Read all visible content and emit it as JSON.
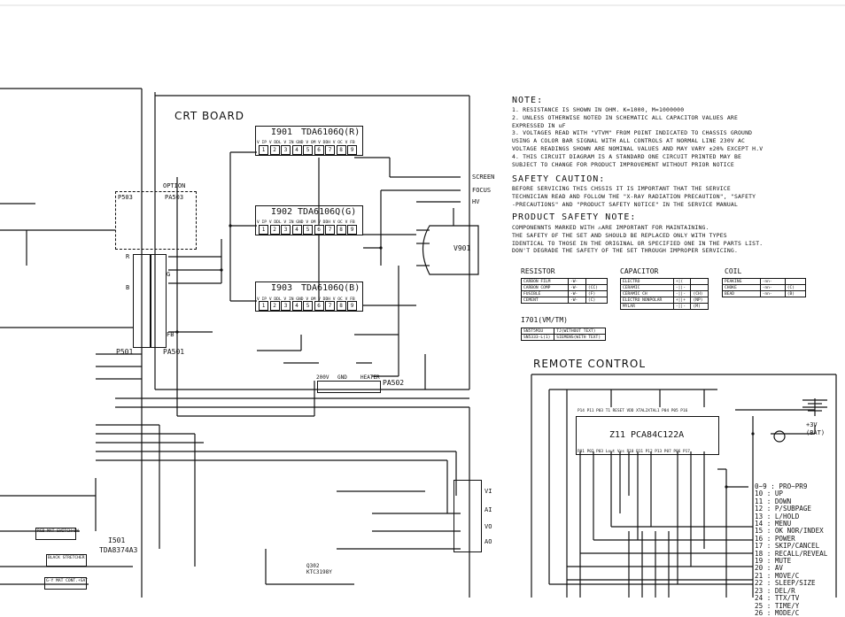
{
  "crt_board": {
    "title": "CRT BOARD",
    "option_label": "OPTION",
    "connectors": {
      "p503": "P503",
      "pa503": "PA503",
      "p501": "P501",
      "pa501": "PA501",
      "pa502": "PA502"
    },
    "rgb_labels": [
      "R",
      "G",
      "B",
      "FB"
    ],
    "amps": [
      {
        "ref": "I901",
        "part": "TDA6106Q(R)",
        "pins": "V IP  V DDL V IN  GND V OM V DDH V OC V FB"
      },
      {
        "ref": "I902",
        "part": "TDA6106Q(G)",
        "pins": "V IP  V DDL V IN  GND V OM V DDH V OC V FB"
      },
      {
        "ref": "I903",
        "part": "TDA6106Q(B)",
        "pins": "V IP  V DDL V IN  GND V OM V DDH V OC V FB"
      }
    ],
    "pin_numbers": [
      "1",
      "2",
      "3",
      "4",
      "5",
      "6",
      "7",
      "8",
      "9"
    ],
    "tube_ref": "V901",
    "tube_outputs": [
      "SCREEN",
      "FOCUS",
      "HV"
    ],
    "heater_labels": [
      "200V",
      "GND",
      "HEATER"
    ]
  },
  "note": {
    "heading": "NOTE:",
    "lines": [
      "1. RESISTANCE IS SHOWN IN OHM.  K=1000, M=1000000",
      "2. UNLESS OTHERWISE NOTED IN SCHEMATIC ALL CAPACITOR VALUES ARE",
      "EXPRESSED IN uF",
      "3. VOLTAGES READ WITH \"VTVM\" FROM POINT INDICATED TO CHASSIS GROUND",
      "USING A COLOR BAR SIGNAL WITH ALL CONTROLS AT NORMAL LINE 230V AC",
      "VOLTAGE READINGS SHOWN ARE NOMINAL VALUES AND MAY VARY ±20% EXCEPT H.V",
      "4. THIS CIRCUIT DIAGRAM IS A STANDARD ONE CIRCUIT PRINTED MAY BE",
      "SUBJECT TO CHANGE FOR PRODUCT IMPROVEMENT WITHOUT PRIOR NOTICE"
    ]
  },
  "safety": {
    "heading": "SAFETY CAUTION:",
    "lines": [
      "BEFORE SERVICING THIS CHSSIS IT IS IMPORTANT THAT THE SERVICE",
      "TECHNICIAN READ AND FOLLOW THE \"X-RAY RADIATION PRECAUTION\", \"SAFETY",
      "-PRECAUTIONS\" AND \"PRODUCT SAFETY NOTICE\" IN THE SERVICE MANUAL"
    ]
  },
  "product_safety": {
    "heading": "PRODUCT SAFETY NOTE:",
    "lines": [
      "COMPONENNTS MARKED WITH  ⚠ARE IMPORTANT FOR MAINTAINING.",
      "THE SAFETY OF THE SET AND SHOULD BE REPLACED ONLY WITH TYPES",
      "IDENTICAL TO THOSE IN THE ORIGINAL OR SPECIFIED ONE IN THE PARTS LIST.",
      "DON'T DEGRADE THE SAFETY OF THE SET THROUGH IMPROPER SERVICING."
    ]
  },
  "legend": {
    "resistor": {
      "heading": "RESISTOR",
      "rows": [
        [
          "CARBON FILM",
          "-W-",
          ""
        ],
        [
          "CARBON COMP",
          "-W-",
          "(CC)"
        ],
        [
          "FUSIBLE",
          "-W-",
          "(F)"
        ],
        [
          "CEMENT",
          "-W-",
          "(C)"
        ]
      ]
    },
    "capacitor": {
      "heading": "CAPACITOR",
      "rows": [
        [
          "ELECTRO",
          "+|(",
          ""
        ],
        [
          "CERAMIC",
          "-||-",
          ""
        ],
        [
          "CERAMIC CH",
          "-||-",
          "(CH)"
        ],
        [
          "ELECTRO NONPOLAR",
          "+||+",
          "(NP)"
        ],
        [
          "MYLAR",
          "-||-",
          "(M)"
        ]
      ]
    },
    "coil": {
      "heading": "COIL",
      "rows": [
        [
          "PEAKING",
          "-nn-",
          ""
        ],
        [
          "CHOKE",
          "-nn-",
          "(C)"
        ],
        [
          "BEAD",
          "-nn-",
          "(B)"
        ]
      ]
    },
    "i701": {
      "heading": "I701(VM/TM)",
      "rows": [
        [
          "SN5T5M1U",
          "TJ(WITHOUT TEXT)"
        ],
        [
          "SN5333-L(1)",
          "SIEMENS(WITH TEXT)"
        ]
      ]
    }
  },
  "remote_control": {
    "title": "REMOTE CONTROL",
    "ic_ref": "Z11",
    "ic_part": "PCA84C122A",
    "top_pins": "P14 P11 P03 T1 RESET VDD XTAL2XTAL1 P04 P05 P16",
    "bottom_pins": "P01 P02 P03 Lout Vss P10 P11 P12 P13 P07 P06 P17",
    "battery": "+3V (BAT)",
    "keys": [
      "0~9 : PRO~PR9",
      "10 : UP",
      "11 : DOWN",
      "12 : P/SUBPAGE",
      "13 : L/HOLD",
      "14 : MENU",
      "15 : OK NOR/INDEX",
      "16 : POWER",
      "17 : SKIP/CANCEL",
      "18 : RECALL/REVEAL",
      "19 : MUTE",
      "20 : AV",
      "21 : MOVE/C",
      "22 : SLEEP/SIZE",
      "23 : DEL/R",
      "24 : TTX/TV",
      "25 : TIME/Y",
      "26 : MODE/C"
    ]
  },
  "left_section": {
    "ic_ref": "I501",
    "ic_part": "TDA8374A3",
    "av_labels": [
      "VI",
      "AI",
      "VO",
      "AO"
    ],
    "transistor": "Q302 KTC3198Y",
    "blocks": [
      "RGB MAT SWITCH+SW",
      "BLACK STRETCHER",
      "G-Y MAT CONT.+SAT"
    ]
  }
}
